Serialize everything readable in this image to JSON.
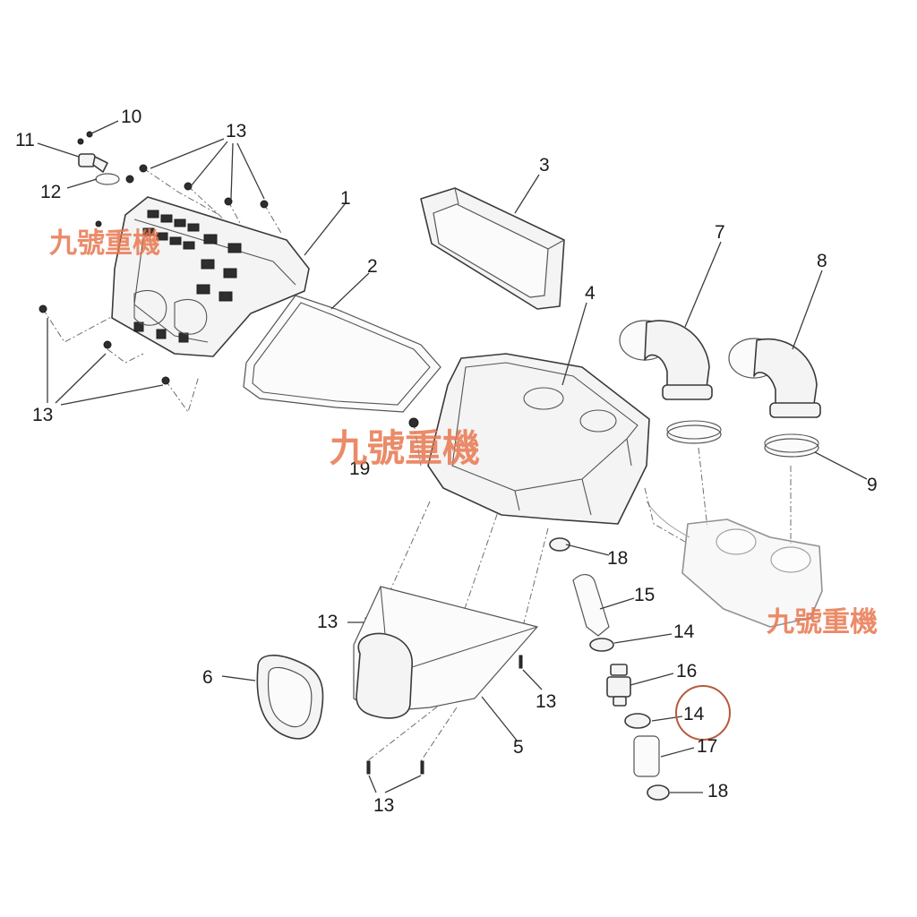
{
  "callouts": {
    "c1": "1",
    "c2": "2",
    "c3": "3",
    "c4": "4",
    "c5": "5",
    "c6": "6",
    "c7": "7",
    "c8": "8",
    "c9": "9",
    "c10": "10",
    "c11": "11",
    "c12": "12",
    "c13": "13",
    "c14": "14",
    "c15": "15",
    "c16": "16",
    "c17": "17",
    "c18": "18",
    "c19": "19"
  },
  "watermark": {
    "text": "九號重機",
    "color": "#e8774f"
  },
  "highlight_color": "#b55a3c",
  "highlighted_part": "14"
}
